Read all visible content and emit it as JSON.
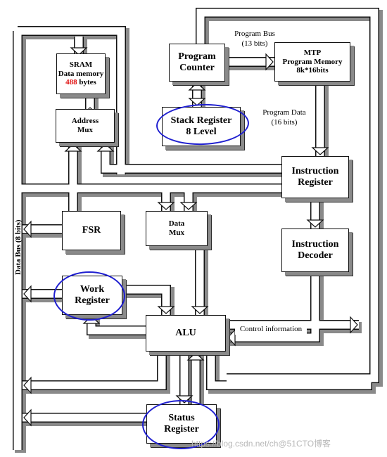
{
  "blocks": {
    "sram": {
      "line1": "SRAM",
      "line2": "Data memory",
      "line3_number": "488",
      "line3_unit": " bytes"
    },
    "program_counter": {
      "line1": "Program",
      "line2": "Counter"
    },
    "mtp": {
      "line1": "MTP",
      "line2": "Program Memory",
      "line3": "8k*16bits"
    },
    "address_mux": {
      "line1": "Address",
      "line2": "Mux"
    },
    "stack_register": {
      "line1": "Stack Register",
      "line2": "8 Level"
    },
    "instruction_register": {
      "line1": "Instruction",
      "line2": "Register"
    },
    "fsr": {
      "line1": "FSR"
    },
    "data_mux": {
      "line1": "Data",
      "line2": "Mux"
    },
    "instruction_decoder": {
      "line1": "Instruction",
      "line2": "Decoder"
    },
    "work_register": {
      "line1": "Work",
      "line2": "Register"
    },
    "alu": {
      "line1": "ALU"
    },
    "status_register": {
      "line1": "Status",
      "line2": "Register"
    }
  },
  "labels": {
    "program_bus": {
      "line1": "Program Bus",
      "line2": "(13 bits)"
    },
    "program_data": {
      "line1": "Program Data",
      "line2": "(16 bits)"
    },
    "control_information": "Control information",
    "data_bus": "Data Bus (8 bits)"
  },
  "watermark": "https://blog.csdn.net/ch@51CTO博客",
  "colors": {
    "highlight_ring": "#1f1fd0",
    "memory_size_text": "#e01010",
    "bus_fill": "#ffffff",
    "bus_shadow": "#8a8a8a"
  }
}
